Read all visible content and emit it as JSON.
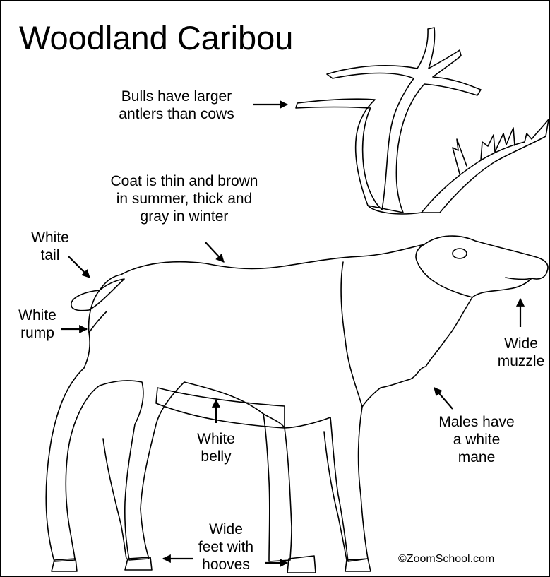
{
  "title": "Woodland Caribou",
  "credit": "©ZoomSchool.com",
  "colors": {
    "line": "#000000",
    "background": "#ffffff"
  },
  "labels": {
    "antlers": [
      "Bulls have larger",
      "antlers than cows"
    ],
    "coat": [
      "Coat is thin and brown",
      "in summer, thick and",
      "gray in winter"
    ],
    "tail": [
      "White",
      "tail"
    ],
    "rump": [
      "White",
      "rump"
    ],
    "belly": [
      "White",
      "belly"
    ],
    "muzzle": [
      "Wide",
      "muzzle"
    ],
    "mane": [
      "Males have",
      "a white",
      "mane"
    ],
    "feet": [
      "Wide",
      "feet with",
      "hooves"
    ]
  }
}
